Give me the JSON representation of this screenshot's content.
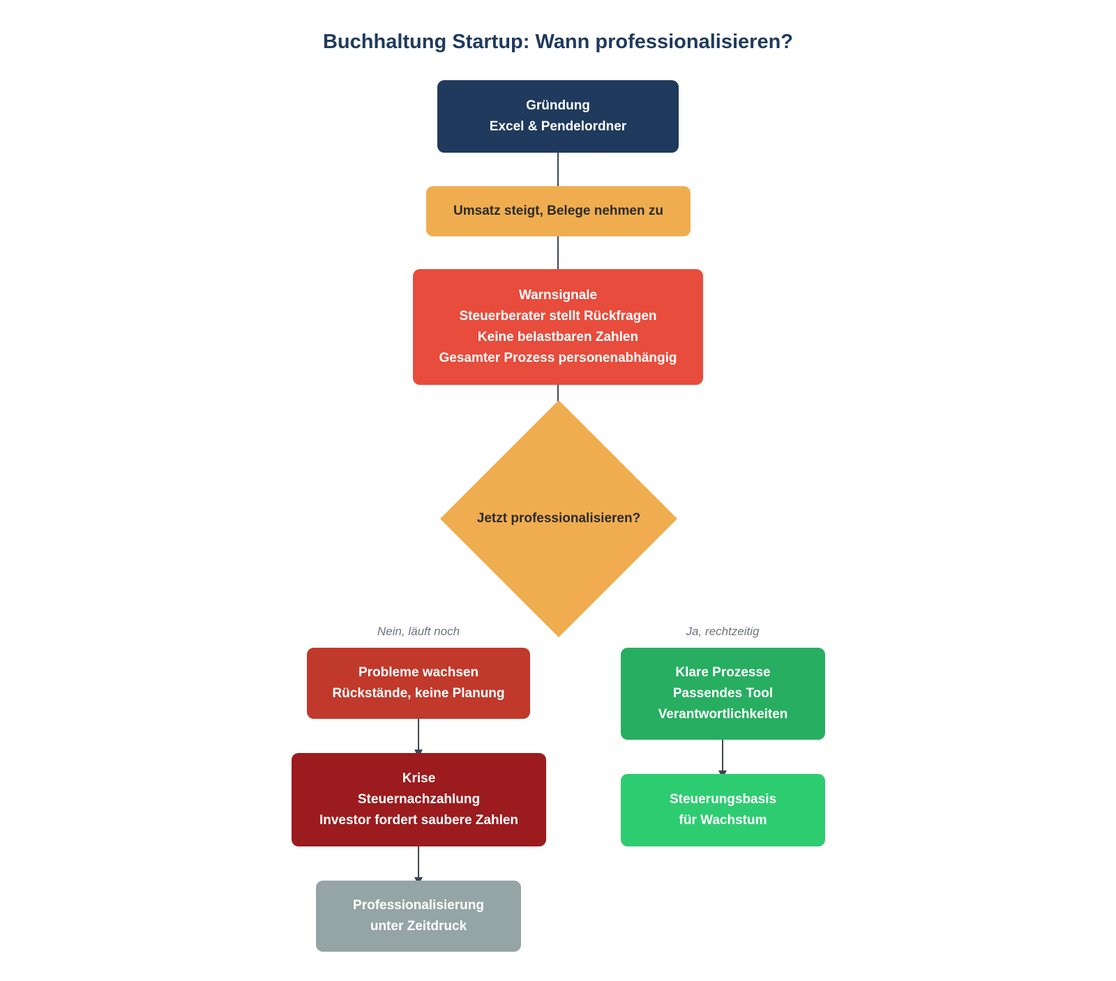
{
  "title": "Buchhaltung Startup: Wann professionalisieren?",
  "colors": {
    "navy": "#1f3a5c",
    "amber": "#efad4f",
    "red": "#e74c3c",
    "dark_red": "#c0392b",
    "crimson": "#9b1b1e",
    "grey": "#95a5a6",
    "green": "#27ae60",
    "light_green": "#2ecc71",
    "edge": "#3d4556"
  },
  "nodes": {
    "gruendung": [
      "Gründung",
      "Excel & Pendelordner"
    ],
    "umsatz": [
      "Umsatz steigt, Belege nehmen zu"
    ],
    "warnsignale": [
      "Warnsignale",
      "Steuerberater stellt Rückfragen",
      "Keine belastbaren Zahlen",
      "Gesamter Prozess personenabhängig"
    ],
    "decision": "Jetzt professionalisieren?",
    "probleme": [
      "Probleme wachsen",
      "Rückstände, keine Planung"
    ],
    "krise": [
      "Krise",
      "Steuernachzahlung",
      "Investor fordert saubere Zahlen"
    ],
    "zeitdruck": [
      "Professionalisierung",
      "unter Zeitdruck"
    ],
    "prozesse": [
      "Klare Prozesse",
      "Passendes Tool",
      "Verantwortlichkeiten"
    ],
    "steuerung": [
      "Steuerungsbasis",
      "für Wachstum"
    ]
  },
  "edge_labels": {
    "no": "Nein, läuft noch",
    "yes": "Ja, rechtzeitig"
  }
}
